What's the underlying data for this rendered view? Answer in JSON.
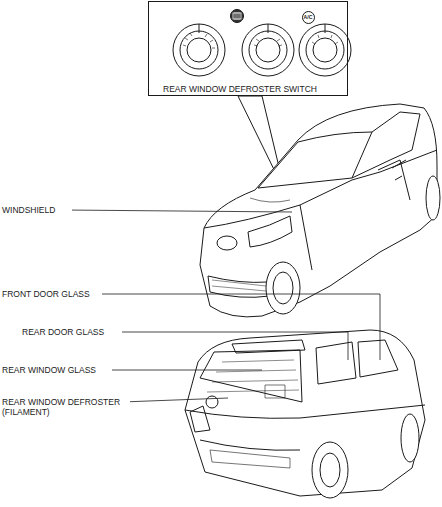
{
  "diagram": {
    "nodes": [
      {
        "text": [
          "REAR WINDOW DEFROSTER SWITCH"
        ]
      },
      {
        "text": [
          "A/C"
        ],
        "in": 0
      }
    ],
    "labels": [
      "WINDSHIELD",
      "FRONT DOOR GLASS",
      "REAR DOOR GLASS",
      "REAR WINDOW GLASS",
      "REAR WINDOW DEFROSTER (FILAMENT)"
    ]
  }
}
